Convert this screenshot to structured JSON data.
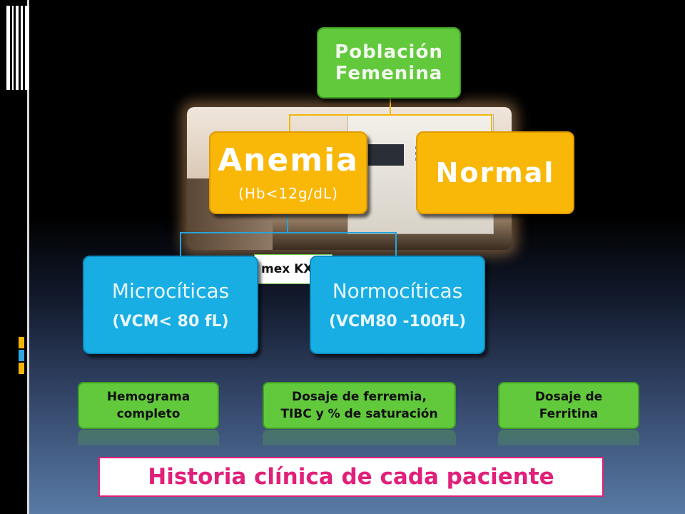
{
  "diagram": {
    "root": {
      "line1": "Población",
      "line2": "Femenina"
    },
    "level2": {
      "anemia": {
        "title": "Anemia",
        "subtitle": "(Hb<12g/dL)"
      },
      "normal": {
        "title": "Normal"
      }
    },
    "level3": {
      "micro": {
        "title": "Microcíticas",
        "subtitle": "(VCM< 80 fL)"
      },
      "normo": {
        "title": "Normocíticas",
        "subtitle": "(VCM80 -100fL)"
      }
    },
    "background_label": "mex KX"
  },
  "tests": [
    {
      "line1": "Hemograma",
      "line2": "completo"
    },
    {
      "line1": "Dosaje de ferremia,",
      "line2": "TIBC  y % de saturación"
    },
    {
      "line1": "Dosaje de",
      "line2": "Ferritina"
    }
  ],
  "footer": "Historia clínica de cada paciente",
  "colors": {
    "green": "#62c93d",
    "orange": "#f9b707",
    "blue": "#18aee3",
    "magenta": "#e0207a"
  }
}
